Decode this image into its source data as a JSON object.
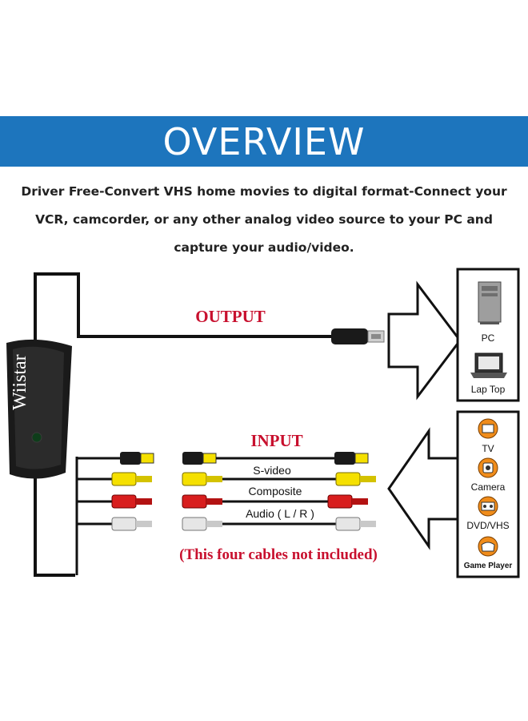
{
  "header": {
    "title": "OVERVIEW",
    "intro_line1": "Driver Free-Convert VHS home movies to digital format-Connect your",
    "intro_line2": "VCR, camcorder, or any other analog video source to your PC and",
    "intro_line3": "capture your audio/video."
  },
  "device": {
    "brand": "Wiistar"
  },
  "output": {
    "label": "OUTPUT",
    "targets": [
      {
        "label": "PC",
        "icon": "pc-tower-icon"
      },
      {
        "label": "Lap Top",
        "icon": "laptop-icon"
      }
    ]
  },
  "input": {
    "label": "INPUT",
    "cables": [
      {
        "label": "S-video",
        "plug_color": "#1a1a1a"
      },
      {
        "label": "Composite",
        "plug_color": "#f5e000"
      },
      {
        "label": "",
        "plug_color": "#d81e1e"
      },
      {
        "label": "Audio ( L / R )",
        "plug_color": "#e6e6e6"
      }
    ],
    "note": "(This four cables not included)",
    "sources": [
      {
        "label": "TV",
        "icon": "tv-icon"
      },
      {
        "label": "Camera",
        "icon": "camera-icon"
      },
      {
        "label": "DVD/VHS",
        "icon": "dvd-vhs-icon"
      },
      {
        "label": "Game Player",
        "icon": "game-player-icon"
      }
    ]
  },
  "colors": {
    "banner": "#1d75bd",
    "label_red": "#c8102e",
    "icon_orange": "#f08c1a"
  }
}
